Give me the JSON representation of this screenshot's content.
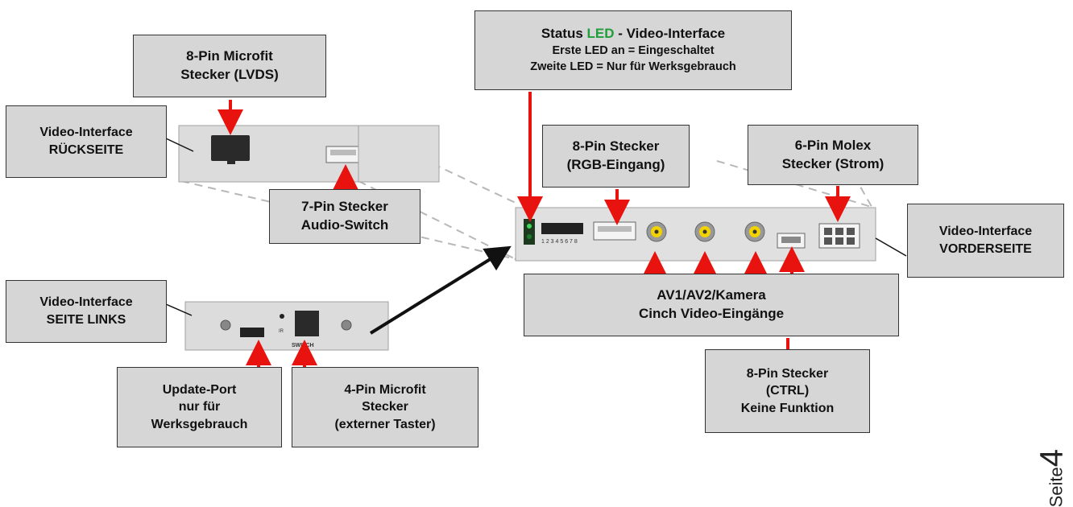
{
  "labels": {
    "lvds": {
      "line1": "8-Pin Microfit",
      "line2": "Stecker (LVDS)"
    },
    "back": {
      "line1": "Video-Interface",
      "line2": "RÜCKSEITE"
    },
    "audio": {
      "line1": "7-Pin Stecker",
      "line2": "Audio-Switch"
    },
    "status": {
      "title_before": "Status ",
      "title_led": "LED",
      "title_after": " - Video-Interface",
      "line2": "Erste LED an = Eingeschaltet",
      "line3": "Zweite LED = Nur für Werksgebrauch"
    },
    "rgb": {
      "line1": "8-Pin Stecker",
      "line2": "(RGB-Eingang)"
    },
    "molex": {
      "line1": "6-Pin Molex",
      "line2": "Stecker (Strom)"
    },
    "front": {
      "line1": "Video-Interface",
      "line2": "VORDERSEITE"
    },
    "left": {
      "line1": "Video-Interface",
      "line2": "SEITE LINKS"
    },
    "cinch": {
      "line1": "AV1/AV2/Kamera",
      "line2": "Cinch Video-Eingänge"
    },
    "ctrl": {
      "line1": "8-Pin Stecker",
      "line2": "(CTRL)",
      "line3": "Keine Funktion"
    },
    "update": {
      "line1": "Update-Port",
      "line2": "nur für",
      "line3": "Werksgebrauch"
    },
    "taster": {
      "line1": "4-Pin Microfit",
      "line2": "Stecker",
      "line3": "(externer Taster)"
    }
  },
  "device": {
    "dip_numbers": "1 2 3 4 5 6 7 8",
    "ir_label": "IR",
    "switch_label": "SWITCH"
  },
  "page": {
    "word": "Seite",
    "number": "4"
  },
  "colors": {
    "arrow": "#e8130e",
    "box_fill": "#d6d6d6",
    "led_text": "#1f9e3a",
    "rca_yellow": "#f2d300"
  }
}
